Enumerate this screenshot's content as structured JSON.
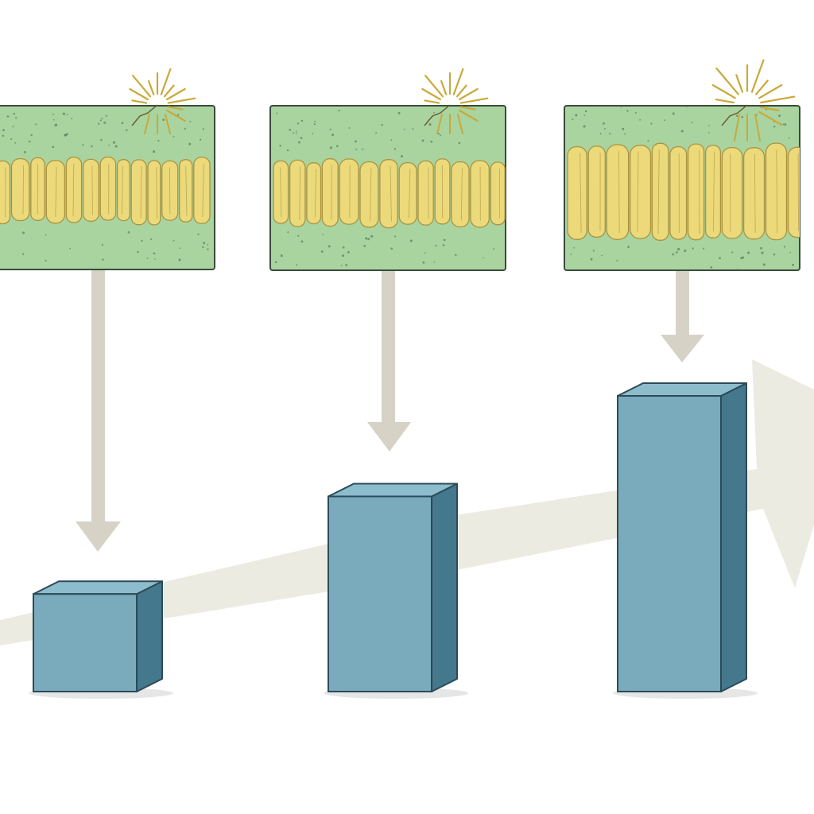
{
  "colors": {
    "background": "#ffffff",
    "panel_fill": "#a9d4a0",
    "panel_stroke": "#3a4a3a",
    "panel_speckle": "#5a7a5a",
    "crystal_fill": "#ecd97a",
    "crystal_stroke": "#a89442",
    "spark": "#c9a93a",
    "connector_arrow": "#d6d2c6",
    "trend_arrow": "#ecebe2",
    "block_front": "#79abbd",
    "block_top": "#8dbdcd",
    "block_side": "#44788c",
    "block_stroke": "#2c4a58",
    "shadow": "#e6e6e6"
  },
  "panels": [
    {
      "id": "panel-1",
      "crystal_band_level": 1
    },
    {
      "id": "panel-2",
      "crystal_band_level": 2
    },
    {
      "id": "panel-3",
      "crystal_band_level": 3
    }
  ],
  "blocks": [
    {
      "id": "block-1",
      "relative_height": 0.33
    },
    {
      "id": "block-2",
      "relative_height": 0.66
    },
    {
      "id": "block-3",
      "relative_height": 1.0
    }
  ],
  "icons": [
    "spark-icon",
    "down-arrow-icon",
    "trend-arrow-icon"
  ]
}
